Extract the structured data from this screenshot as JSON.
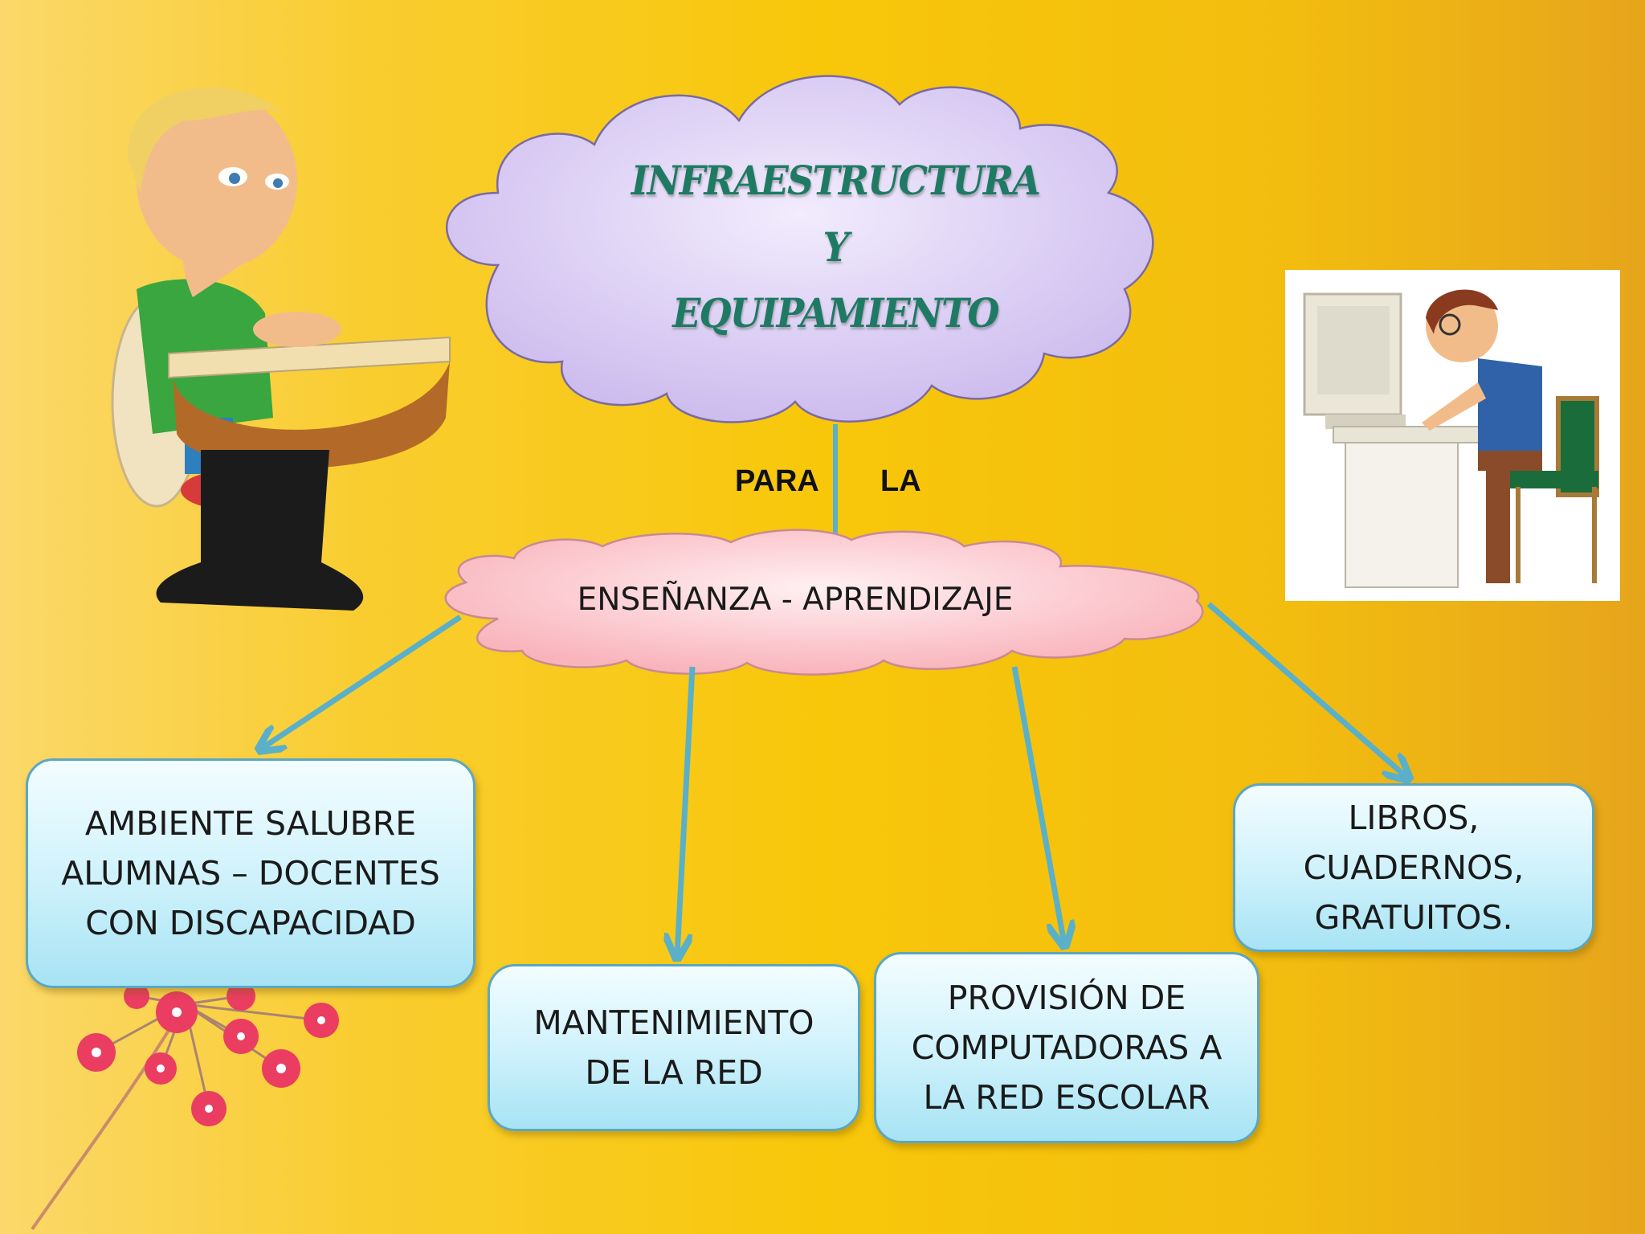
{
  "title": {
    "lines": [
      "INFRAESTRUCTURA",
      "Y",
      "EQUIPAMIENTO"
    ]
  },
  "connector": {
    "word_left": "PARA",
    "word_right": "LA"
  },
  "sub_cloud": {
    "label": "ENSEÑANZA - APRENDIZAJE"
  },
  "boxes": [
    {
      "lines": [
        "AMBIENTE SALUBRE",
        "ALUMNAS – DOCENTES",
        "CON DISCAPACIDAD"
      ]
    },
    {
      "lines": [
        "MANTENIMIENTO",
        "DE LA RED"
      ]
    },
    {
      "lines": [
        "PROVISIÓN DE",
        "COMPUTADORAS A",
        "LA RED ESCOLAR"
      ]
    },
    {
      "lines": [
        "LIBROS,",
        "CUADERNOS,",
        "GRATUITOS."
      ]
    }
  ],
  "colors": {
    "title_text": "#1f7a63",
    "main_cloud_fill": "#d9cdf2",
    "sub_cloud_fill": "#fbc3c8",
    "box_border": "#5aa7c2",
    "arrow": "#5ab0c8"
  },
  "illustrations": [
    "student-at-desk-illustration",
    "boy-at-computer-illustration",
    "pink-flowers-illustration"
  ]
}
